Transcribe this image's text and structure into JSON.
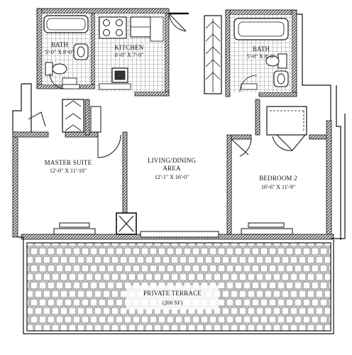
{
  "rooms": {
    "bath_left": {
      "name": "BATH",
      "dims": "5'-0\" X 8'-0\""
    },
    "kitchen": {
      "name": "KITCHEN",
      "dims": "8'-0\" X 7'-9\""
    },
    "bath_right": {
      "name": "BATH",
      "dims": "5'-0\" X 8'-0\""
    },
    "master_suite": {
      "name": "MASTER SUITE",
      "dims": "12'-0\" X 11'-10\""
    },
    "living_dining": {
      "name": "LIVING/DINING",
      "name2": "AREA",
      "dims": "12'-1\" X 16'-0\""
    },
    "bedroom2": {
      "name": "BEDROOM 2",
      "dims": "10'-6\" X 11'-9\""
    },
    "terrace": {
      "name": "PRIVATE TERRACE",
      "dims": "(200 SF)"
    }
  },
  "colors": {
    "wall": "#111111",
    "wall_hatch": "#8a8a8a",
    "tile_line": "#555555",
    "background": "#ffffff"
  }
}
